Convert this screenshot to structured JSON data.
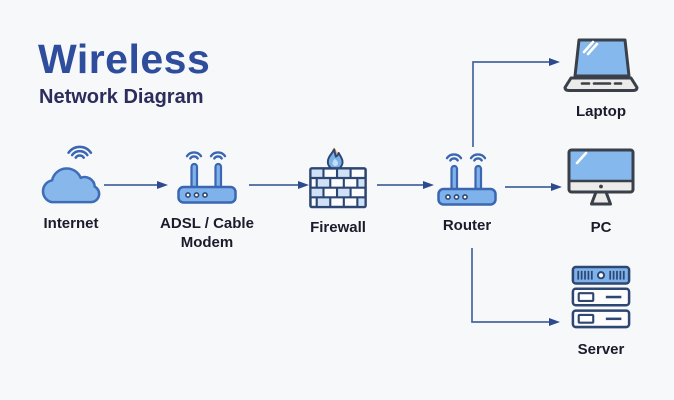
{
  "title": {
    "heading": "Wireless",
    "subheading": "Network Diagram"
  },
  "nodes": {
    "internet": {
      "label": "Internet"
    },
    "modem": {
      "label_line1": "ADSL / Cable",
      "label_line2": "Modem"
    },
    "firewall": {
      "label": "Firewall"
    },
    "router": {
      "label": "Router"
    },
    "laptop": {
      "label": "Laptop"
    },
    "pc": {
      "label": "PC"
    },
    "server": {
      "label": "Server"
    }
  },
  "connections": [
    {
      "from": "Internet",
      "to": "ADSL / Cable Modem"
    },
    {
      "from": "ADSL / Cable Modem",
      "to": "Firewall"
    },
    {
      "from": "Firewall",
      "to": "Router"
    },
    {
      "from": "Router",
      "to": "Laptop"
    },
    {
      "from": "Router",
      "to": "PC"
    },
    {
      "from": "Router",
      "to": "Server"
    }
  ],
  "colors": {
    "background": "#f7f8fa",
    "title_blue": "#2f4d9d",
    "subtitle_navy": "#2d2d5c",
    "icon_fill_light_blue": "#85b6ea",
    "icon_stroke_blue": "#3b66b2",
    "device_outline_dark": "#3a4049",
    "navy_outline": "#2e4672",
    "arrow_line": "#46679f",
    "arrowhead": "#2e4a8f",
    "flame_orange": "#f09a3e",
    "label_text": "#1b1b2b"
  }
}
